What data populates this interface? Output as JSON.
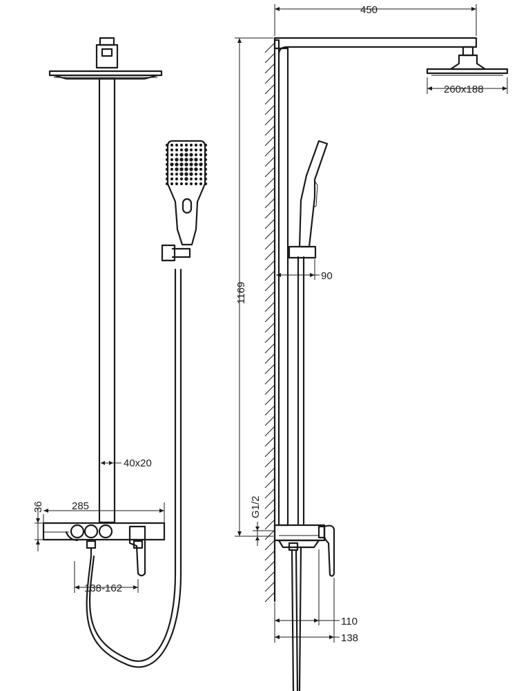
{
  "dimensions": {
    "arm_length": "450",
    "head_size": "260x188",
    "total_height": "1169",
    "wall_offset": "90",
    "pipe_section": "40x20",
    "mixer_width": "285",
    "mixer_height": "36",
    "inlet_thread": "G1/2",
    "inlet_centers": "138-162",
    "depth_mixer": "110",
    "depth_total": "138"
  },
  "colors": {
    "line": "#1a1a1a",
    "background": "#ffffff"
  }
}
